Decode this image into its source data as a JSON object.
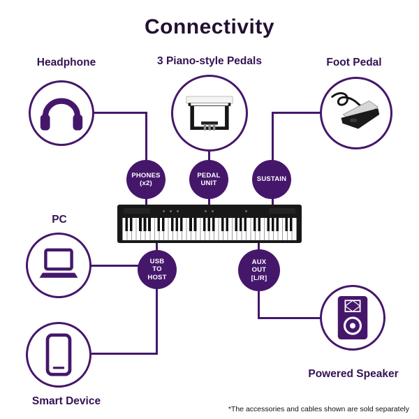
{
  "title": "Connectivity",
  "labels": {
    "headphone": "Headphone",
    "pedals": "3 Piano-style Pedals",
    "foot_pedal": "Foot Pedal",
    "pc": "PC",
    "smart_device": "Smart Device",
    "powered_speaker": "Powered Speaker"
  },
  "ports": {
    "phones": "PHONES\n(x2)",
    "pedal_unit": "PEDAL\nUNIT",
    "sustain": "SUSTAIN",
    "usb_to_host": "USB\nTO\nHOST",
    "aux_out": "AUX\nOUT\n[L/R]"
  },
  "footnote": "*The accessories and cables shown are sold separately",
  "colors": {
    "accent_purple": "#45176b",
    "text_dark": "#331253",
    "title_dark": "#221031"
  }
}
